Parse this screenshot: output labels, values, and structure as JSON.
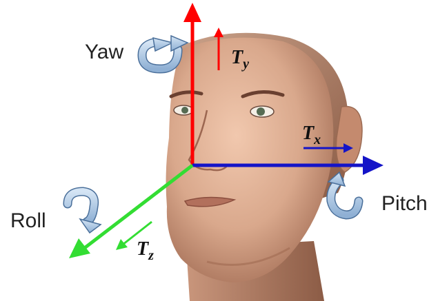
{
  "labels": {
    "yaw": "Yaw",
    "pitch": "Pitch",
    "roll": "Roll"
  },
  "translations": {
    "ty": {
      "base": "T",
      "sub": "y"
    },
    "tx": {
      "base": "T",
      "sub": "x"
    },
    "tz": {
      "base": "T",
      "sub": "z"
    }
  },
  "colors": {
    "y_axis": "#ff0000",
    "x_axis": "#1414c8",
    "z_axis": "#33dd33",
    "rotation_arrow_fill": "#a8c4e2",
    "rotation_arrow_stroke": "#4a6f9a",
    "skin": "#d9a88c"
  },
  "illustration": {
    "subject": "3d-head-model",
    "icons": [
      "yaw-rotation-icon",
      "pitch-rotation-icon",
      "roll-rotation-icon"
    ]
  }
}
